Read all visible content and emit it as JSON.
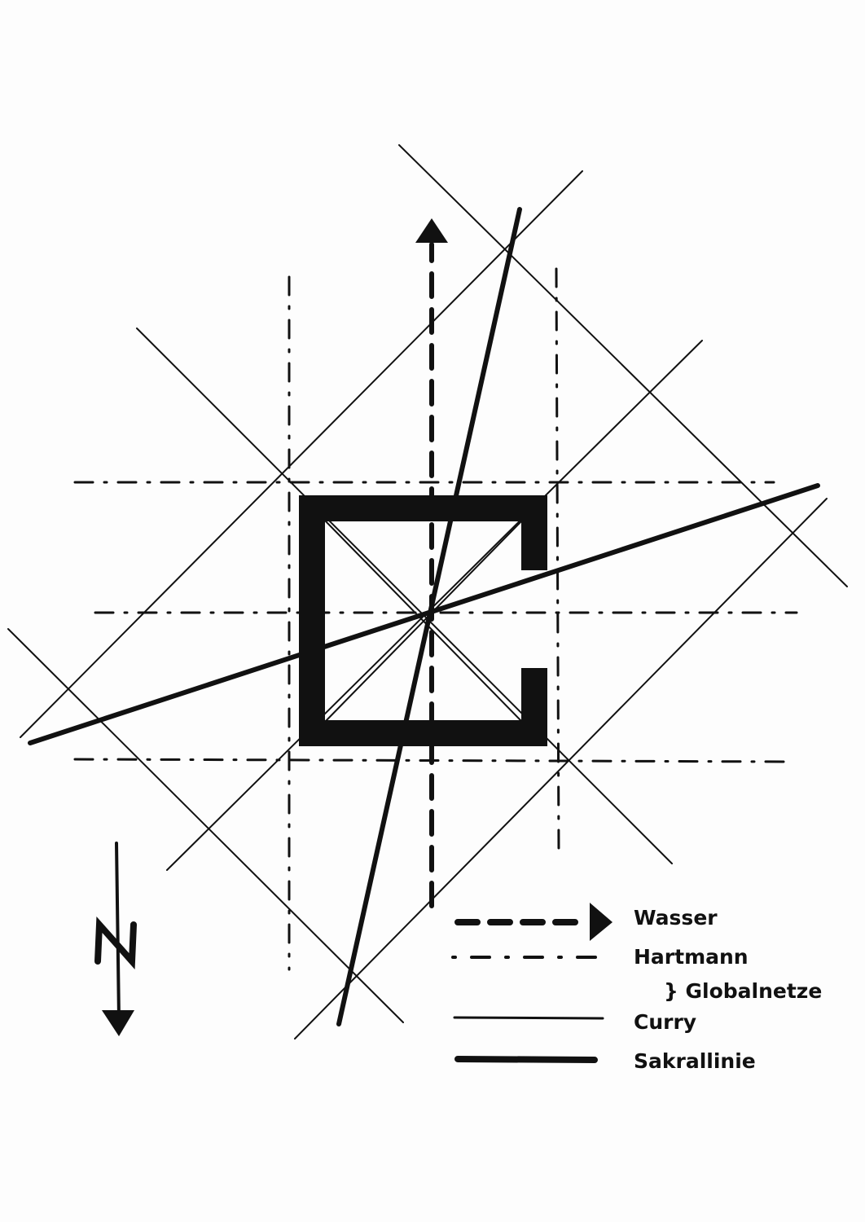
{
  "legend": {
    "wasser": "Wasser",
    "hartmann": "Hartmann",
    "globalnetze": "} Globalnetze",
    "curry": "Curry",
    "sakrallinie": "Sakrallinie"
  },
  "north_symbol": "N",
  "colors": {
    "ink": "#111111",
    "paper": "#fdfdfd"
  }
}
